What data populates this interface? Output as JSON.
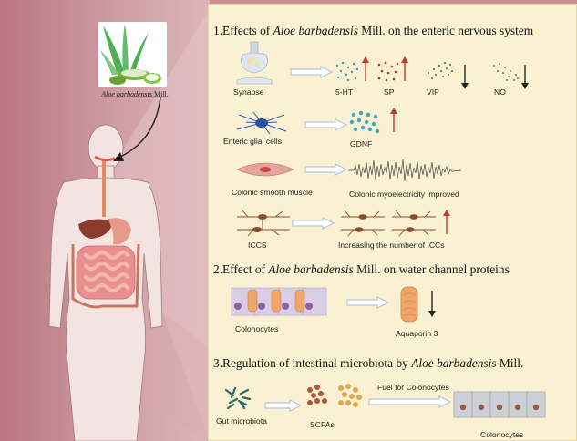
{
  "colors": {
    "background_left": "#c98d94",
    "panel": "#f9f1d2",
    "arrow_up": "#c0392b",
    "arrow_down": "#222222",
    "outline_arrow": "#b8c6dc"
  },
  "plant": {
    "name": "Aloe barbadensis",
    "suffix": "Mill."
  },
  "section1": {
    "title_pre": "1.Effects of ",
    "title_italic": "Aloe barbadensis",
    "title_post": " Mill. on the enteric nervous system",
    "rows": {
      "synapse": "Synapse",
      "ht": "5-HT",
      "sp": "SP",
      "vip": "VIP",
      "no": "NO",
      "glial": "Enteric glial cells",
      "gdnf": "GDNF",
      "smooth": "Colonic smooth muscle",
      "myo": "Colonic myoelectricity improved",
      "iccs": "ICCS",
      "icc_up": "Increasing the number of ICCs"
    },
    "icons": [
      "synapse-icon",
      "glial-cell-icon",
      "smooth-muscle-icon",
      "icc-cell-icon"
    ]
  },
  "section2": {
    "title_pre": "2.Effect of ",
    "title_italic": "Aloe barbadensis",
    "title_post": " Mill. on water channel proteins",
    "colonocytes": "Colonocytes",
    "aquaporin": "Aquaporin 3"
  },
  "section3": {
    "title_pre": "3.Regulation of intestinal microbiota by ",
    "title_italic": "Aloe barbadensis",
    "title_post": " Mill.",
    "gut": "Gut microbiota",
    "scfas": "SCFAs",
    "fuel": "Fuel for Colonocytes",
    "colonocytes": "Colonocytes"
  }
}
